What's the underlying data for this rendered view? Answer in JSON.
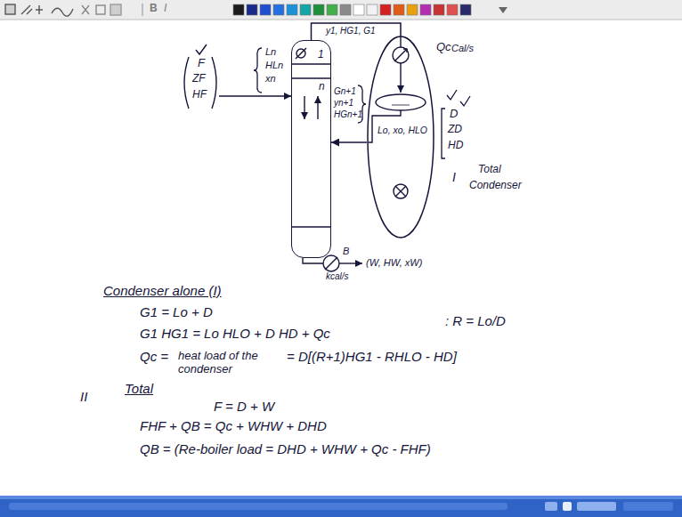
{
  "diagram": {
    "nodes": [
      {
        "text": [
          "1",
          "n"
        ]
      },
      {
        "text": [
          "Lo, xo, HLO"
        ]
      }
    ],
    "edges": [
      {
        "from": 0,
        "to": 1,
        "arrow": "none"
      },
      {
        "from": 1,
        "to": 0,
        "arrow": "to"
      }
    ],
    "labels": [
      "B",
      "I",
      "y1, HG1, G1",
      "Qc",
      "Cal/s",
      "Ln",
      "HLn",
      "xn",
      "F",
      "ZF",
      "HF",
      "Gn+1",
      "yn+1",
      "HGn+1",
      "D",
      "ZD",
      "HD",
      "I",
      "Total",
      "Condenser",
      "B",
      "kcal/s",
      "(W, HW, xW)",
      "Condenser alone (I)",
      "G1 = Lo + D",
      "G1 HG1 = Lo HLO + D HD + Qc",
      ": R = Lo/D",
      "Qc =",
      "heat load of the condenser",
      "= D[(R+1)HG1 - RHLO - HD]",
      "II",
      "Total",
      "F = D + W",
      "FHF + QB = Qc + WHW + DHD",
      "QB = (Re-boiler load = DHD + WHW + Qc - FHF)"
    ]
  }
}
